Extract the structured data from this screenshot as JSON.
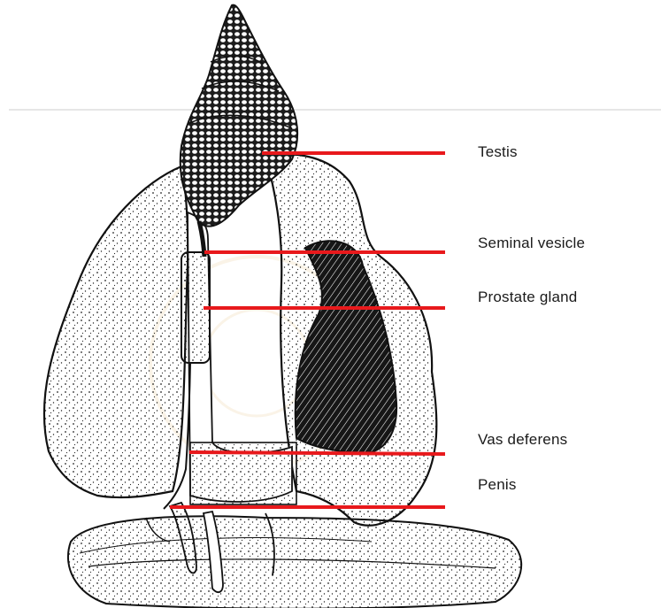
{
  "diagram": {
    "labels": {
      "testis": "Testis",
      "seminal_vesicle": "Seminal vesicle",
      "prostate_gland": "Prostate gland",
      "vas_deferens": "Vas deferens",
      "penis": "Penis"
    },
    "colors": {
      "pointer": "#e8191c",
      "ink": "#1a1a1a",
      "background": "#ffffff"
    }
  }
}
